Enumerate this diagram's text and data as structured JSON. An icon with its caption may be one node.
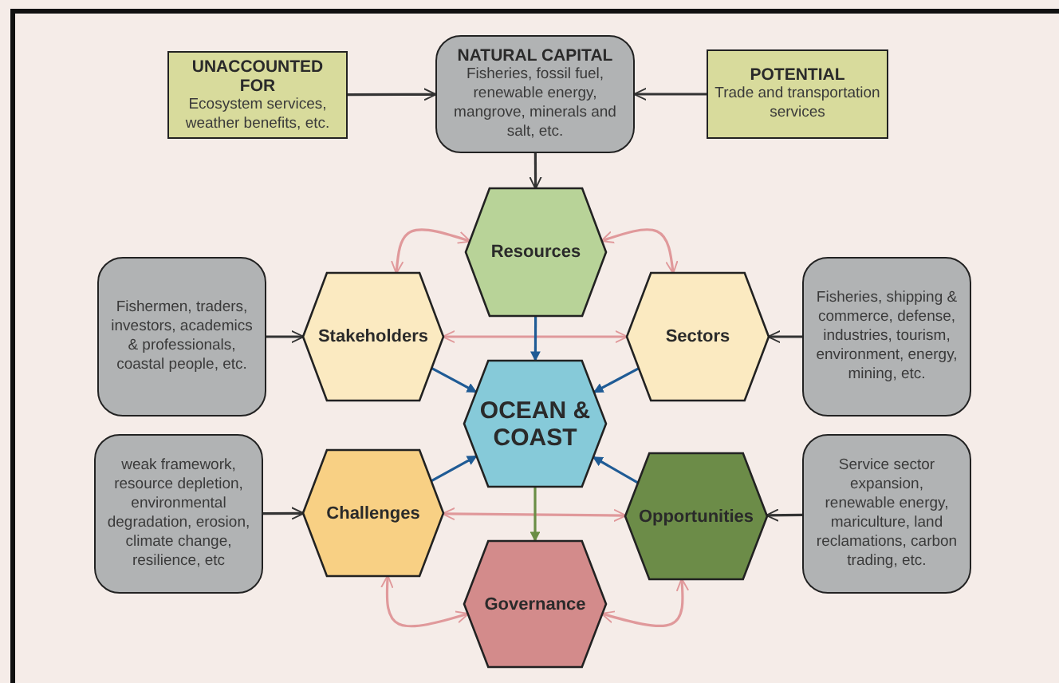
{
  "diagram": {
    "nodes": [
      {
        "text": [
          "UNACCOUNTED FOR",
          "Ecosystem services, weather benefits, etc."
        ]
      },
      {
        "text": [
          "NATURAL CAPITAL",
          "Fisheries, fossil fuel, renewable energy, mangrove, minerals and salt, etc."
        ]
      },
      {
        "text": [
          "POTENTIAL",
          "Trade and transportation services"
        ]
      },
      {
        "text": [
          "Resources"
        ]
      },
      {
        "text": [
          "Fishermen, traders, investors, academics & professionals, coastal people, etc."
        ]
      },
      {
        "text": [
          "Stakeholders"
        ]
      },
      {
        "text": [
          "Sectors"
        ]
      },
      {
        "text": [
          "Fisheries, shipping & commerce, defense, industries, tourism, environment, energy, mining, etc."
        ]
      },
      {
        "text": [
          "OCEAN & COAST"
        ]
      },
      {
        "text": [
          "weak framework, resource depletion, environmental degradation, erosion, climate change, resilience, etc"
        ]
      },
      {
        "text": [
          "Challenges"
        ]
      },
      {
        "text": [
          "Opportunities"
        ]
      },
      {
        "text": [
          "Service sector expansion, renewable energy, mariculture, land reclamations, carbon trading, etc."
        ]
      },
      {
        "text": [
          "Governance"
        ]
      }
    ],
    "edges": [
      {
        "from": 0,
        "to": 1,
        "arrow": "to"
      },
      {
        "from": 2,
        "to": 1,
        "arrow": "to"
      },
      {
        "from": 1,
        "to": 3,
        "arrow": "to"
      },
      {
        "from": 3,
        "to": 5,
        "arrow": "both",
        "color": "#e0999b"
      },
      {
        "from": 3,
        "to": 6,
        "arrow": "both",
        "color": "#e0999b"
      },
      {
        "from": 4,
        "to": 5,
        "arrow": "to"
      },
      {
        "from": 7,
        "to": 6,
        "arrow": "to"
      },
      {
        "from": 5,
        "to": 6,
        "arrow": "both",
        "color": "#e0999b"
      },
      {
        "from": 3,
        "to": 8,
        "arrow": "to",
        "color": "#1f5b95"
      },
      {
        "from": 5,
        "to": 8,
        "arrow": "to",
        "color": "#1f5b95"
      },
      {
        "from": 6,
        "to": 8,
        "arrow": "to",
        "color": "#1f5b95"
      },
      {
        "from": 9,
        "to": 10,
        "arrow": "to"
      },
      {
        "from": 12,
        "to": 11,
        "arrow": "to"
      },
      {
        "from": 10,
        "to": 8,
        "arrow": "to",
        "color": "#1f5b95"
      },
      {
        "from": 11,
        "to": 8,
        "arrow": "to",
        "color": "#1f5b95"
      },
      {
        "from": 10,
        "to": 11,
        "arrow": "both",
        "color": "#e0999b"
      },
      {
        "from": 8,
        "to": 13,
        "arrow": "to",
        "color": "#6a8e45"
      },
      {
        "from": 10,
        "to": 13,
        "arrow": "both",
        "color": "#e0999b"
      },
      {
        "from": 11,
        "to": 13,
        "arrow": "both",
        "color": "#e0999b"
      }
    ]
  }
}
